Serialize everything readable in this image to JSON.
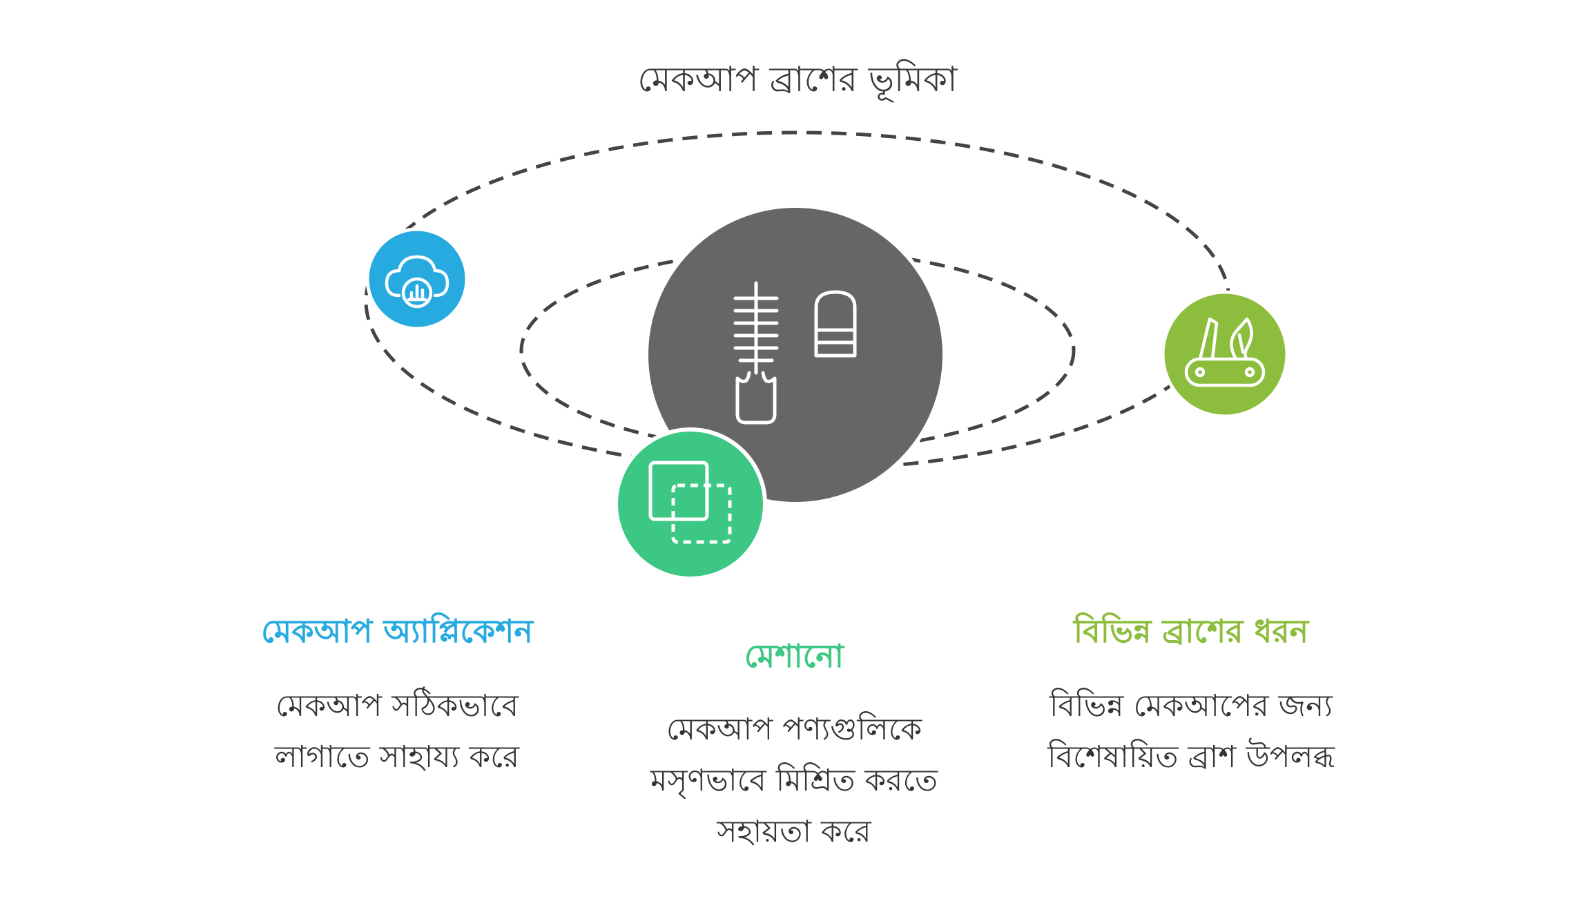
{
  "title": "মেকআপ ব্রাশের ভূমিকা",
  "colors": {
    "center": "#666666",
    "application": "#26aadf",
    "blending": "#3cc784",
    "types": "#8dbd3c",
    "orbit": "#444444"
  },
  "icons": {
    "center": "makeup-brush-and-lipstick-icon",
    "application": "cloud-chart-icon",
    "blending": "overlapping-squares-icon",
    "types": "multi-tool-knife-icon"
  },
  "items": [
    {
      "heading": "মেকআপ অ্যাপ্লিকেশন",
      "lines": [
        "মেকআপ সঠিকভাবে",
        "লাগাতে সাহায্য করে"
      ]
    },
    {
      "heading": "মেশানো",
      "lines": [
        "মেকআপ পণ্যগুলিকে",
        "মসৃণভাবে মিশ্রিত করতে",
        "সহায়তা করে"
      ]
    },
    {
      "heading": "বিভিন্ন ব্রাশের ধরন",
      "lines": [
        "বিভিন্ন মেকআপের জন্য",
        "বিশেষায়িত ব্রাশ উপলব্ধ"
      ]
    }
  ]
}
